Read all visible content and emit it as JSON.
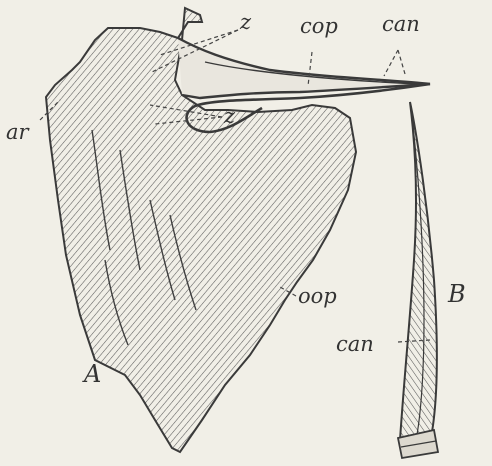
{
  "figure": {
    "labels": {
      "z_upper": "z",
      "cop": "cop",
      "can_top": "can",
      "ar": "ar",
      "z_lower": "z",
      "oop": "oop",
      "b": "B",
      "can_bottom": "can",
      "a": "A"
    },
    "colors": {
      "background": "#f1efe7",
      "ink": "#3a3a3a",
      "hatch": "#555555"
    }
  }
}
